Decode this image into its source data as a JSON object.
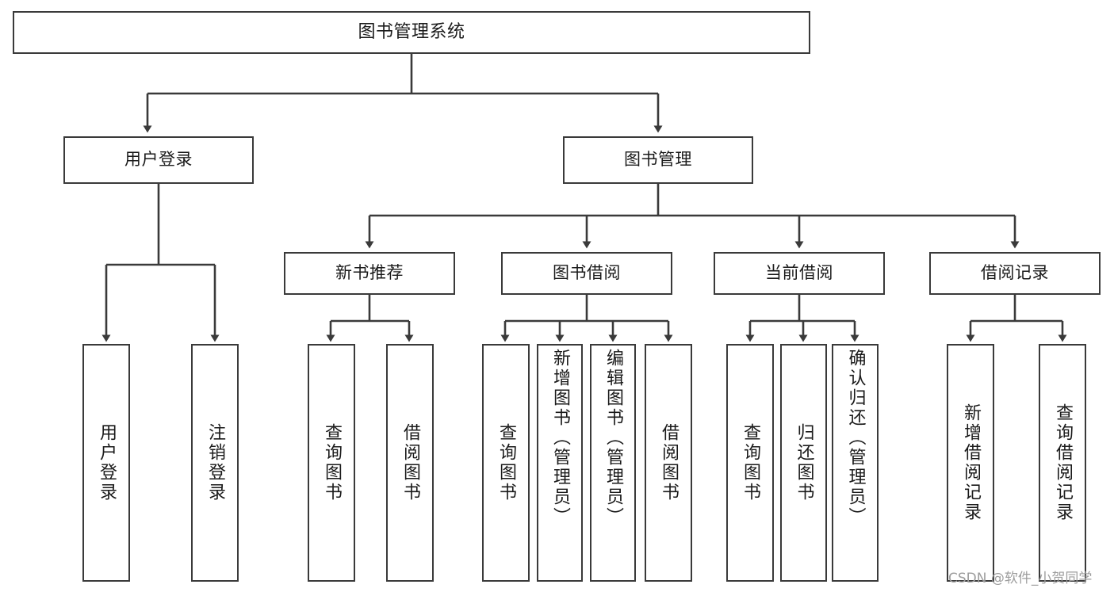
{
  "diagram": {
    "title": "图书管理系统",
    "type": "功能结构图",
    "watermark": "CSDN @软件_小贺同学",
    "colors": {
      "box_border": "#3a3a3a",
      "box_fill": "#ffffff",
      "edge": "#3a3a3a",
      "text": "#1a1a1a",
      "watermark": "#9d9d9d",
      "background": "#ffffff"
    },
    "nodes": {
      "root": {
        "label": "图书管理系统"
      },
      "level1": [
        {
          "id": "user-login",
          "label": "用户登录"
        },
        {
          "id": "book-manage",
          "label": "图书管理"
        }
      ],
      "level2": [
        {
          "id": "new-book-recommend",
          "label": "新书推荐"
        },
        {
          "id": "book-borrow",
          "label": "图书借阅"
        },
        {
          "id": "current-borrow",
          "label": "当前借阅"
        },
        {
          "id": "borrow-record",
          "label": "借阅记录"
        }
      ],
      "leaves": {
        "user-login": [
          {
            "id": "leaf-user-login",
            "label": "用户登录"
          },
          {
            "id": "leaf-logout",
            "label": "注销登录"
          }
        ],
        "new-book-recommend": [
          {
            "id": "leaf-query-book-1",
            "label": "查询图书"
          },
          {
            "id": "leaf-borrow-book-1",
            "label": "借阅图书"
          }
        ],
        "book-borrow": [
          {
            "id": "leaf-query-book-2",
            "label": "查询图书"
          },
          {
            "id": "leaf-add-book",
            "label": "新增图书（管理员）"
          },
          {
            "id": "leaf-edit-book",
            "label": "编辑图书（管理员）"
          },
          {
            "id": "leaf-borrow-book-2",
            "label": "借阅图书"
          }
        ],
        "current-borrow": [
          {
            "id": "leaf-query-book-3",
            "label": "查询图书"
          },
          {
            "id": "leaf-return-book",
            "label": "归还图书"
          },
          {
            "id": "leaf-confirm-return",
            "label": "确认归还（管理员）"
          }
        ],
        "borrow-record": [
          {
            "id": "leaf-add-record",
            "label": "新增借阅记录"
          },
          {
            "id": "leaf-query-record",
            "label": "查询借阅记录"
          }
        ]
      }
    }
  }
}
